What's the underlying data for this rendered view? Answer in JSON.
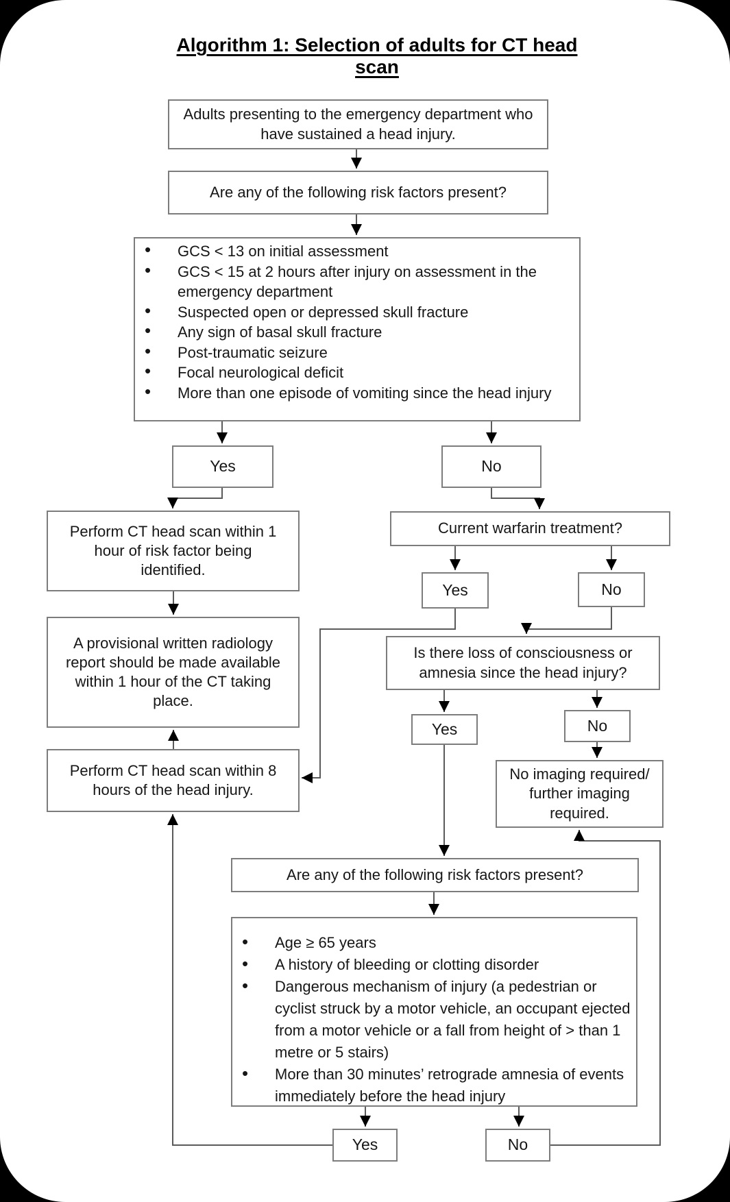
{
  "title": "Algorithm 1: Selection of adults for CT head scan",
  "nodes": {
    "start": "Adults presenting to the emergency department who have sustained a head injury.",
    "risk_question_1": "Are any of the following risk factors present?",
    "risk_factors_1": [
      "GCS < 13 on initial assessment",
      "GCS < 15 at 2 hours after injury on assessment in the emergency department",
      "Suspected open or depressed skull fracture",
      "Any sign of basal skull fracture",
      "Post-traumatic seizure",
      "Focal neurological deficit",
      "More than one episode of vomiting since the head injury"
    ],
    "yes_risk_1": "Yes",
    "no_risk_1": "No",
    "ct_within_1_hour": "Perform CT head scan within 1 hour of risk factor being identified.",
    "warfarin_question": "Current warfarin treatment?",
    "yes_warfarin": "Yes",
    "no_warfarin": "No",
    "radiology_report": "A provisional written radiology report should be made available within 1 hour of the CT taking place.",
    "loc_question": "Is there loss of consciousness or amnesia since the head injury?",
    "yes_loc": "Yes",
    "no_loc": "No",
    "ct_within_8_hours": "Perform CT head scan within 8 hours of the head injury.",
    "no_imaging": "No imaging required/ further imaging required.",
    "risk_question_2": "Are any of the following risk factors present?",
    "risk_factors_2": [
      "Age ≥ 65 years",
      "A history of bleeding or clotting disorder",
      "Dangerous mechanism of injury (a pedestrian or cyclist struck by a motor vehicle, an occupant ejected from a motor vehicle or a fall from height of > than 1 metre or 5 stairs)",
      "More than 30 minutes’ retrograde amnesia of events immediately before the head injury"
    ],
    "yes_risk_2": "Yes",
    "no_risk_2": "No"
  },
  "colors": {
    "page_background": "#000000",
    "canvas": "#ffffff",
    "box_border": "#7c7c7c",
    "connector_line": "#5a5a5a",
    "arrowhead": "#000000",
    "text": "#161616"
  }
}
